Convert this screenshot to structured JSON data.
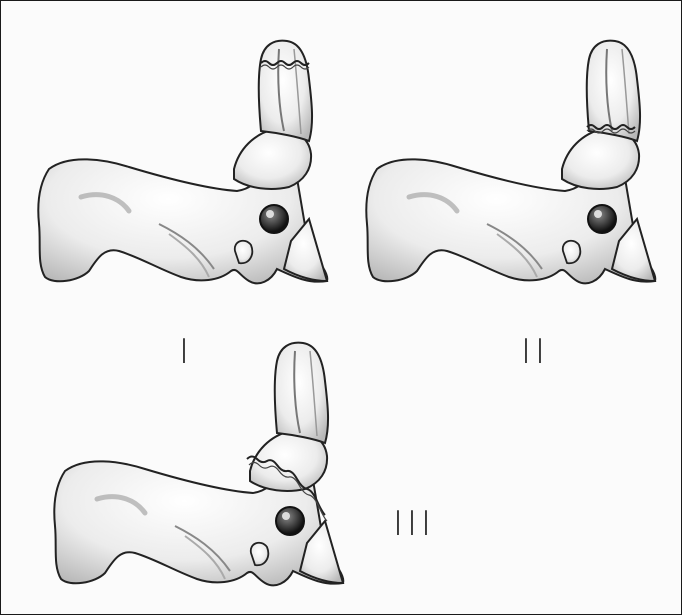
{
  "figure": {
    "panels": [
      {
        "label": "I"
      },
      {
        "label": "II"
      },
      {
        "label": "III"
      }
    ]
  },
  "colors": {
    "bone_fill": "#efefef",
    "bone_shadow": "#bdbdbd",
    "outline": "#222222",
    "fracture_line": "#333333"
  }
}
